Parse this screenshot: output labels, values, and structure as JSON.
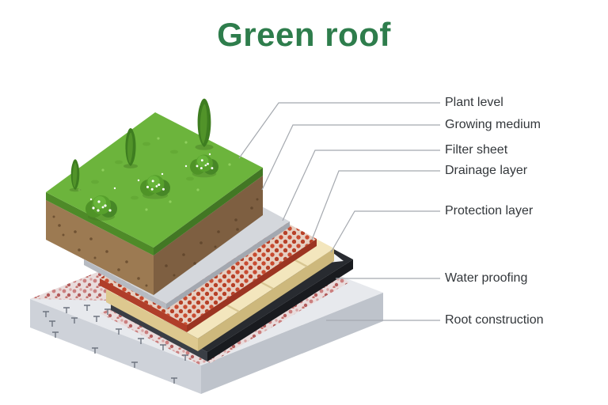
{
  "title": {
    "text": "Green roof",
    "color": "#2e7d4c"
  },
  "labels": [
    {
      "text": "Plant level"
    },
    {
      "text": "Growing medium"
    },
    {
      "text": "Filter sheet"
    },
    {
      "text": "Drainage layer"
    },
    {
      "text": "Protection layer"
    },
    {
      "text": "Water proofing"
    },
    {
      "text": "Root construction"
    }
  ],
  "layers": [
    {
      "name": "Plant level",
      "color": "#6cb43c"
    },
    {
      "name": "Growing medium",
      "color": "#9c7a52"
    },
    {
      "name": "Filter sheet",
      "color": "#d4d7dc"
    },
    {
      "name": "Drainage layer",
      "color": "#c84b30"
    },
    {
      "name": "Protection layer",
      "color": "#f3e6bd"
    },
    {
      "name": "Water proofing",
      "color": "#282b30"
    },
    {
      "name": "Root construction",
      "color": "#e7e9ed"
    }
  ]
}
